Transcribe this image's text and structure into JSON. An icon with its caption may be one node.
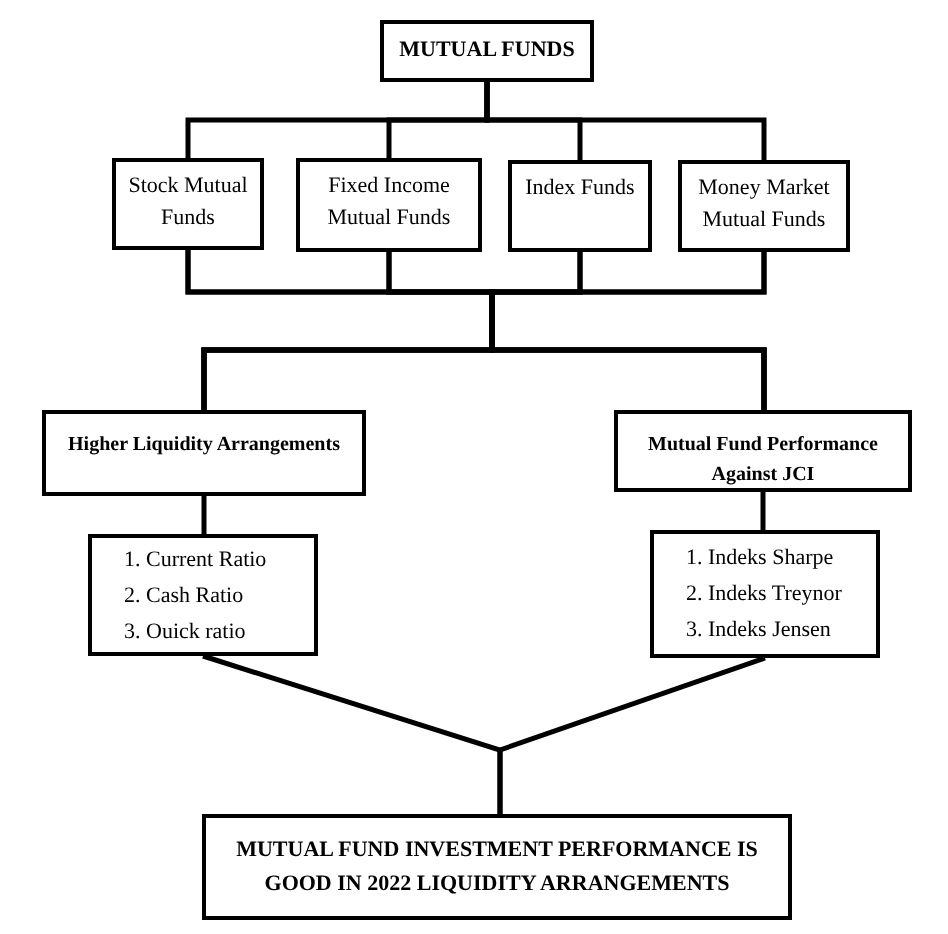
{
  "diagram": {
    "nodes": [
      {
        "text": [
          "MUTUAL FUNDS"
        ]
      },
      {
        "text": [
          "Stock Mutual Funds"
        ]
      },
      {
        "text": [
          "Fixed Income Mutual Funds"
        ]
      },
      {
        "text": [
          "Index Funds"
        ]
      },
      {
        "text": [
          "Money Market Mutual Funds"
        ]
      },
      {
        "text": [
          "Higher Liquidity Arrangements"
        ]
      },
      {
        "text": [
          "Mutual Fund Performance Against JCI"
        ]
      },
      {
        "text": [
          "1. Current Ratio",
          "2. Cash Ratio",
          "3. Ouick ratio"
        ]
      },
      {
        "text": [
          "1. Indeks Sharpe",
          "2. Indeks Treynor",
          "3. Indeks Jensen"
        ]
      },
      {
        "text": [
          "MUTUAL FUND INVESTMENT PERFORMANCE IS GOOD IN 2022 LIQUIDITY ARRANGEMENTS"
        ]
      }
    ],
    "edges": [
      {
        "from": 0,
        "to": 1,
        "arrow": "none"
      },
      {
        "from": 0,
        "to": 2,
        "arrow": "none"
      },
      {
        "from": 0,
        "to": 3,
        "arrow": "none"
      },
      {
        "from": 0,
        "to": 4,
        "arrow": "none"
      },
      {
        "from": 1,
        "to": 5,
        "arrow": "none"
      },
      {
        "from": 2,
        "to": 5,
        "arrow": "none"
      },
      {
        "from": 3,
        "to": 5,
        "arrow": "none"
      },
      {
        "from": 4,
        "to": 5,
        "arrow": "none"
      },
      {
        "from": 1,
        "to": 6,
        "arrow": "none"
      },
      {
        "from": 2,
        "to": 6,
        "arrow": "none"
      },
      {
        "from": 3,
        "to": 6,
        "arrow": "none"
      },
      {
        "from": 4,
        "to": 6,
        "arrow": "none"
      },
      {
        "from": 5,
        "to": 7,
        "arrow": "none"
      },
      {
        "from": 6,
        "to": 8,
        "arrow": "none"
      },
      {
        "from": 7,
        "to": 9,
        "arrow": "none"
      },
      {
        "from": 8,
        "to": 9,
        "arrow": "none"
      }
    ]
  }
}
